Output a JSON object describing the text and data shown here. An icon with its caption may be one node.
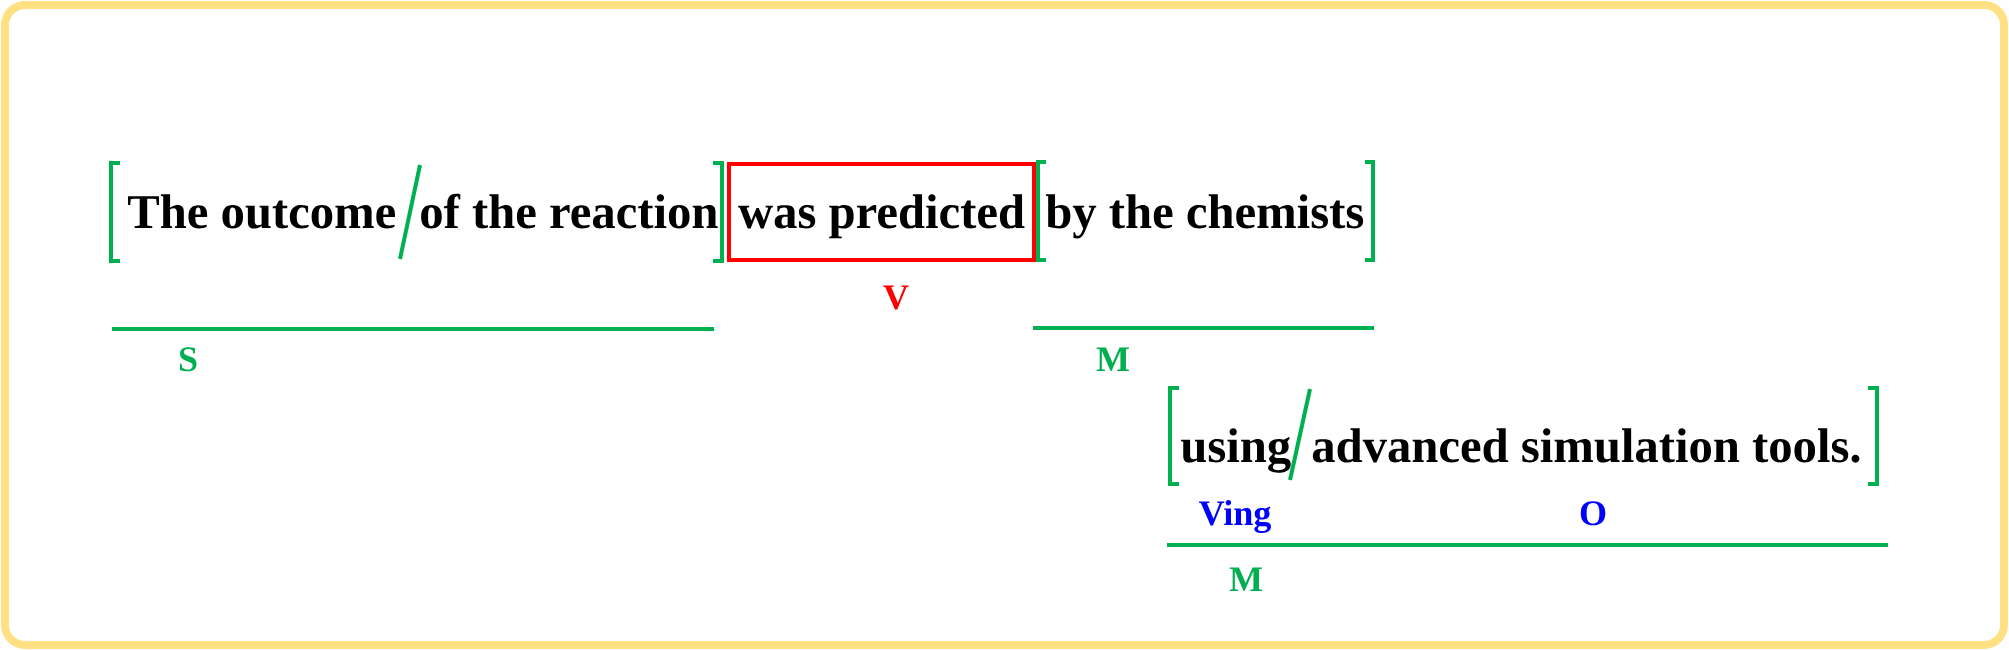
{
  "diagram": {
    "nodes": [
      {
        "text": [
          "The outcome",
          "of the reaction"
        ],
        "beside": [
          "S"
        ]
      },
      {
        "text": [
          "was predicted"
        ],
        "beside": [
          "V"
        ]
      },
      {
        "text": [
          "by the chemists"
        ]
      },
      {
        "text": [
          "using",
          "advanced simulation tools."
        ],
        "beside": [
          "Ving",
          "O",
          "M"
        ]
      }
    ],
    "labels": [
      "M"
    ]
  }
}
